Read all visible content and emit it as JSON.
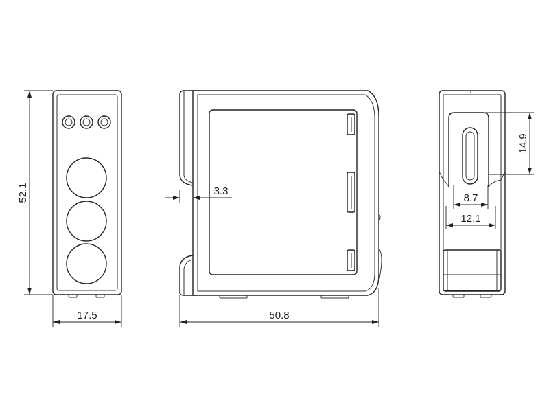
{
  "drawing": {
    "dimensions": {
      "front_height": "52.1",
      "front_width": "17.5",
      "side_width": "50.8",
      "side_offset": "3.3",
      "slot_height": "14.9",
      "slot_width": "8.7",
      "bracket_width": "12.1"
    }
  }
}
